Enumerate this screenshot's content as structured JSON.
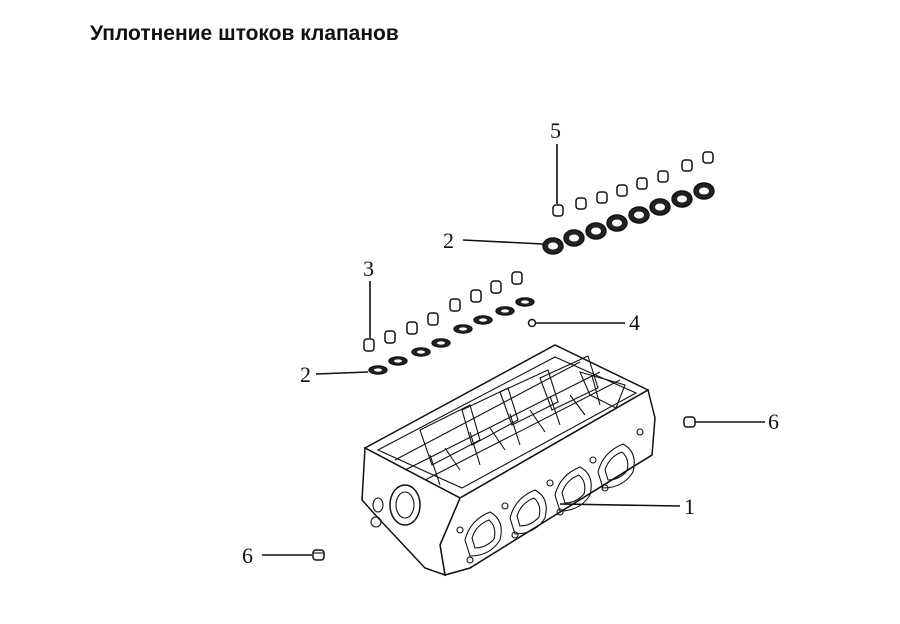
{
  "document": {
    "title": "Уплотнение штоков клапанов"
  },
  "diagram": {
    "callouts": [
      {
        "id": "c1",
        "label": "1"
      },
      {
        "id": "c2a",
        "label": "2"
      },
      {
        "id": "c2b",
        "label": "2"
      },
      {
        "id": "c3",
        "label": "3"
      },
      {
        "id": "c4",
        "label": "4"
      },
      {
        "id": "c5",
        "label": "5"
      },
      {
        "id": "c6a",
        "label": "6"
      },
      {
        "id": "c6b",
        "label": "6"
      }
    ]
  }
}
